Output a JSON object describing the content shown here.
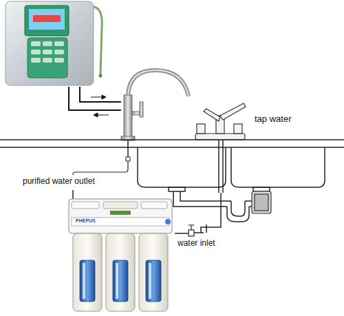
{
  "diagram": {
    "labels": [
      "tap water",
      "purified water outlet",
      "water inlet",
      "PHEPUS"
    ]
  }
}
